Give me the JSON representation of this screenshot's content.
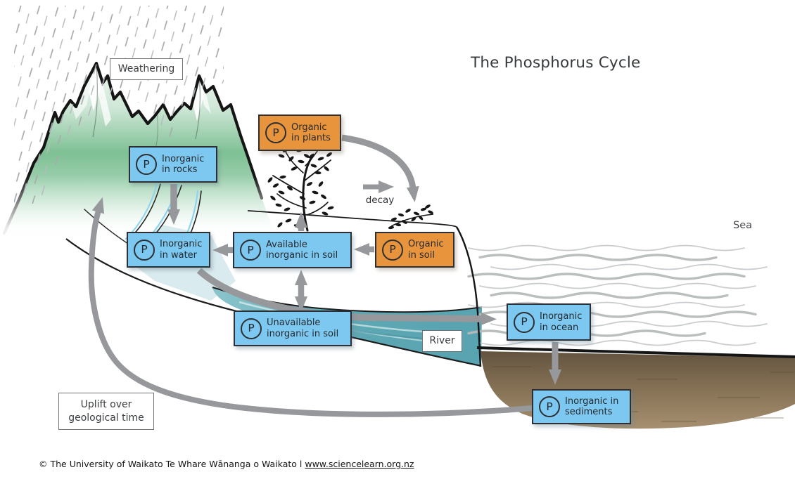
{
  "title": "The Phosphorus Cycle",
  "labels": {
    "weathering": "Weathering",
    "river": "River",
    "sea": "Sea",
    "decay": "decay",
    "uplift": {
      "line1": "Uplift over",
      "line2": "geological time"
    }
  },
  "nodes": {
    "rocks": {
      "symbol": "P",
      "line1": "Inorganic",
      "line2": "in rocks"
    },
    "plants": {
      "symbol": "P",
      "line1": "Organic",
      "line2": "in plants"
    },
    "water": {
      "symbol": "P",
      "line1": "Inorganic",
      "line2": "in water"
    },
    "available_soil": {
      "symbol": "P",
      "line1": "Available",
      "line2": "inorganic in soil"
    },
    "organic_soil": {
      "symbol": "P",
      "line1": "Organic",
      "line2": "in soil"
    },
    "unavailable_soil": {
      "symbol": "P",
      "line1": "Unavailable",
      "line2": "inorganic in soil"
    },
    "ocean": {
      "symbol": "P",
      "line1": "Inorganic",
      "line2": "in ocean"
    },
    "sediments": {
      "symbol": "P",
      "line1": "Inorganic in",
      "line2": "sediments"
    }
  },
  "flows": [
    {
      "from": "inorganic in rocks",
      "to": "inorganic in water",
      "label": "weathering"
    },
    {
      "from": "available inorganic in soil",
      "to": "inorganic in water",
      "label": ""
    },
    {
      "from": "organic in soil",
      "to": "available inorganic in soil",
      "label": ""
    },
    {
      "from": "available inorganic in soil",
      "to": "unavailable inorganic in soil",
      "label": "two-way exchange"
    },
    {
      "from": "available inorganic in soil",
      "to": "organic in plants",
      "label": "plant uptake"
    },
    {
      "from": "organic in plants",
      "to": "organic in soil",
      "label": "decay"
    },
    {
      "from": "inorganic in water",
      "to": "inorganic in ocean",
      "label": "river"
    },
    {
      "from": "inorganic in ocean",
      "to": "inorganic in sediments",
      "label": ""
    },
    {
      "from": "inorganic in sediments",
      "to": "inorganic in rocks",
      "label": "uplift over geological time"
    }
  ],
  "colors": {
    "blue_box": "#7cc8f0",
    "orange_box": "#e8943d",
    "arrow_grey": "#96989b",
    "river_teal": "#5ea8b4",
    "sediment_brown": "#6b5b46",
    "mountain_green": "#7ec094"
  },
  "footer": {
    "copyright": "© The University of Waikato Te Whare Wānanga o Waikato l",
    "link": "www.sciencelearn.org.nz"
  }
}
